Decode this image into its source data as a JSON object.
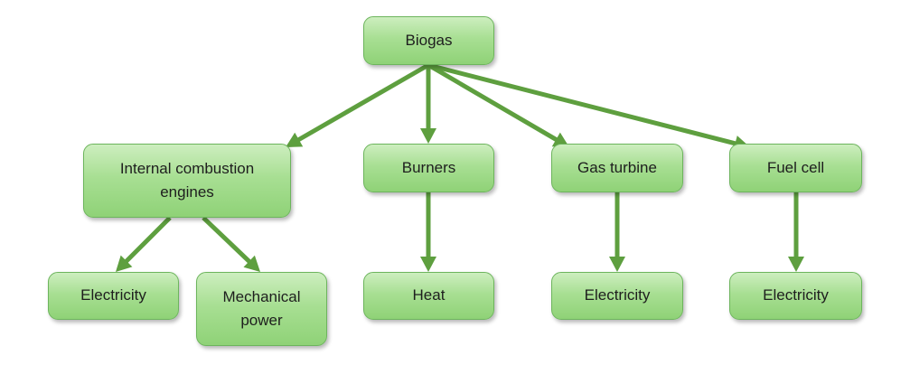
{
  "colors": {
    "arrow": "#5e9f3f",
    "node_border": "#6db55d",
    "node_fill_top": "#cdeebf",
    "node_fill_bottom": "#8fd277",
    "text": "#1e1e1e"
  },
  "nodes": {
    "biogas": "Biogas",
    "ice": "Internal combustion\nengines",
    "burners": "Burners",
    "turbine": "Gas turbine",
    "fuelcell": "Fuel cell",
    "elec1": "Electricity",
    "mech": "Mechanical\npower",
    "heat": "Heat",
    "elec2": "Electricity",
    "elec3": "Electricity"
  },
  "edges": [
    {
      "from": "biogas",
      "to": "ice"
    },
    {
      "from": "biogas",
      "to": "burners"
    },
    {
      "from": "biogas",
      "to": "turbine"
    },
    {
      "from": "biogas",
      "to": "fuelcell"
    },
    {
      "from": "ice",
      "to": "elec1"
    },
    {
      "from": "ice",
      "to": "mech"
    },
    {
      "from": "burners",
      "to": "heat"
    },
    {
      "from": "turbine",
      "to": "elec2"
    },
    {
      "from": "fuelcell",
      "to": "elec3"
    }
  ]
}
